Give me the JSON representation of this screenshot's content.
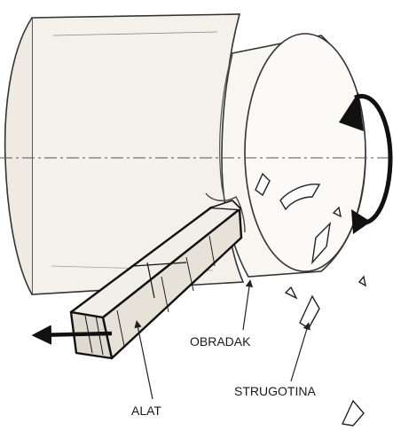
{
  "diagram": {
    "labels": {
      "workpiece": "OBRADAK",
      "chips": "STRUGOTINA",
      "tool": "ALAT"
    }
  }
}
